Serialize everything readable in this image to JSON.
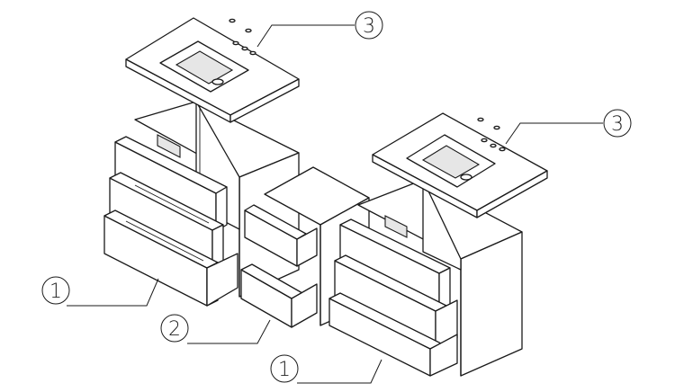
{
  "callouts": {
    "vanity_left": "1",
    "vanity_right": "1",
    "center_cabinet": "2",
    "countertop_left": "3",
    "countertop_right": "3"
  }
}
